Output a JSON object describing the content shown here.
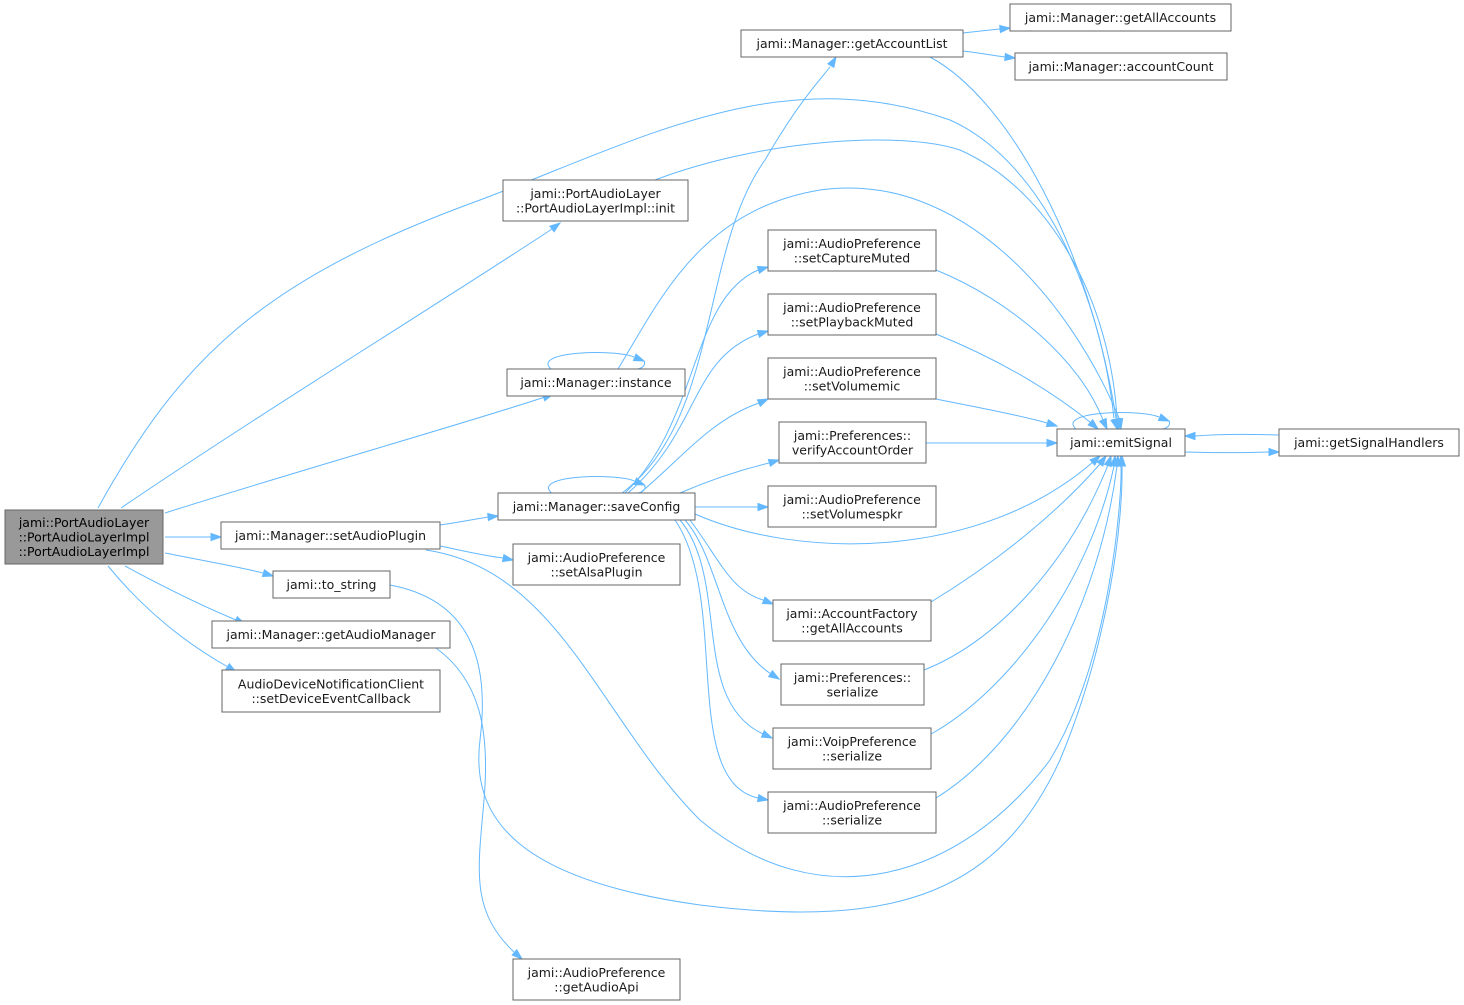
{
  "graph": {
    "nodes": [
      {
        "id": "root",
        "lines": [
          "jami::PortAudioLayer",
          "::PortAudioLayerImpl",
          "::PortAudioLayerImpl"
        ],
        "highlight": true
      },
      {
        "id": "init",
        "lines": [
          "jami::PortAudioLayer",
          "::PortAudioLayerImpl::init"
        ]
      },
      {
        "id": "instance",
        "lines": [
          "jami::Manager::instance"
        ]
      },
      {
        "id": "setAudioPlugin",
        "lines": [
          "jami::Manager::setAudioPlugin"
        ]
      },
      {
        "id": "to_string",
        "lines": [
          "jami::to_string"
        ]
      },
      {
        "id": "getAudioManager",
        "lines": [
          "jami::Manager::getAudioManager"
        ]
      },
      {
        "id": "setDeviceEventCallback",
        "lines": [
          "AudioDeviceNotificationClient",
          "::setDeviceEventCallback"
        ]
      },
      {
        "id": "saveConfig",
        "lines": [
          "jami::Manager::saveConfig"
        ]
      },
      {
        "id": "setAlsaPlugin",
        "lines": [
          "jami::AudioPreference",
          "::setAlsaPlugin"
        ]
      },
      {
        "id": "getAudioApi",
        "lines": [
          "jami::AudioPreference",
          "::getAudioApi"
        ]
      },
      {
        "id": "getAccountList",
        "lines": [
          "jami::Manager::getAccountList"
        ]
      },
      {
        "id": "getAllAccountsMgr",
        "lines": [
          "jami::Manager::getAllAccounts"
        ]
      },
      {
        "id": "accountCount",
        "lines": [
          "jami::Manager::accountCount"
        ]
      },
      {
        "id": "setCaptureMuted",
        "lines": [
          "jami::AudioPreference",
          "::setCaptureMuted"
        ]
      },
      {
        "id": "setPlaybackMuted",
        "lines": [
          "jami::AudioPreference",
          "::setPlaybackMuted"
        ]
      },
      {
        "id": "setVolumemic",
        "lines": [
          "jami::AudioPreference",
          "::setVolumemic"
        ]
      },
      {
        "id": "verifyAccountOrder",
        "lines": [
          "jami::Preferences::",
          "verifyAccountOrder"
        ]
      },
      {
        "id": "setVolumespkr",
        "lines": [
          "jami::AudioPreference",
          "::setVolumespkr"
        ]
      },
      {
        "id": "getAllAccountsFactory",
        "lines": [
          "jami::AccountFactory",
          "::getAllAccounts"
        ]
      },
      {
        "id": "prefSerialize",
        "lines": [
          "jami::Preferences::",
          "serialize"
        ]
      },
      {
        "id": "voipSerialize",
        "lines": [
          "jami::VoipPreference",
          "::serialize"
        ]
      },
      {
        "id": "audioSerialize",
        "lines": [
          "jami::AudioPreference",
          "::serialize"
        ]
      },
      {
        "id": "emitSignal",
        "lines": [
          "jami::emitSignal"
        ]
      },
      {
        "id": "getSignalHandlers",
        "lines": [
          "jami::getSignalHandlers"
        ]
      }
    ],
    "edges": [
      [
        "root",
        "init"
      ],
      [
        "root",
        "instance"
      ],
      [
        "root",
        "setAudioPlugin"
      ],
      [
        "root",
        "to_string"
      ],
      [
        "root",
        "getAudioManager"
      ],
      [
        "root",
        "setDeviceEventCallback"
      ],
      [
        "root",
        "emitSignal"
      ],
      [
        "init",
        "emitSignal"
      ],
      [
        "instance",
        "instance"
      ],
      [
        "instance",
        "emitSignal"
      ],
      [
        "setAudioPlugin",
        "saveConfig"
      ],
      [
        "setAudioPlugin",
        "setAlsaPlugin"
      ],
      [
        "setAudioPlugin",
        "emitSignal"
      ],
      [
        "to_string",
        "emitSignal"
      ],
      [
        "getAudioManager",
        "getAudioApi"
      ],
      [
        "saveConfig",
        "saveConfig"
      ],
      [
        "saveConfig",
        "getAccountList"
      ],
      [
        "saveConfig",
        "setCaptureMuted"
      ],
      [
        "saveConfig",
        "setPlaybackMuted"
      ],
      [
        "saveConfig",
        "setVolumemic"
      ],
      [
        "saveConfig",
        "verifyAccountOrder"
      ],
      [
        "saveConfig",
        "setVolumespkr"
      ],
      [
        "saveConfig",
        "getAllAccountsFactory"
      ],
      [
        "saveConfig",
        "prefSerialize"
      ],
      [
        "saveConfig",
        "voipSerialize"
      ],
      [
        "saveConfig",
        "audioSerialize"
      ],
      [
        "saveConfig",
        "emitSignal"
      ],
      [
        "getAccountList",
        "getAllAccountsMgr"
      ],
      [
        "getAccountList",
        "accountCount"
      ],
      [
        "getAccountList",
        "emitSignal"
      ],
      [
        "setCaptureMuted",
        "emitSignal"
      ],
      [
        "setPlaybackMuted",
        "emitSignal"
      ],
      [
        "setVolumemic",
        "emitSignal"
      ],
      [
        "verifyAccountOrder",
        "emitSignal"
      ],
      [
        "getAllAccountsFactory",
        "emitSignal"
      ],
      [
        "prefSerialize",
        "emitSignal"
      ],
      [
        "voipSerialize",
        "emitSignal"
      ],
      [
        "audioSerialize",
        "emitSignal"
      ],
      [
        "emitSignal",
        "emitSignal"
      ],
      [
        "emitSignal",
        "getSignalHandlers"
      ],
      [
        "getSignalHandlers",
        "emitSignal"
      ]
    ]
  }
}
